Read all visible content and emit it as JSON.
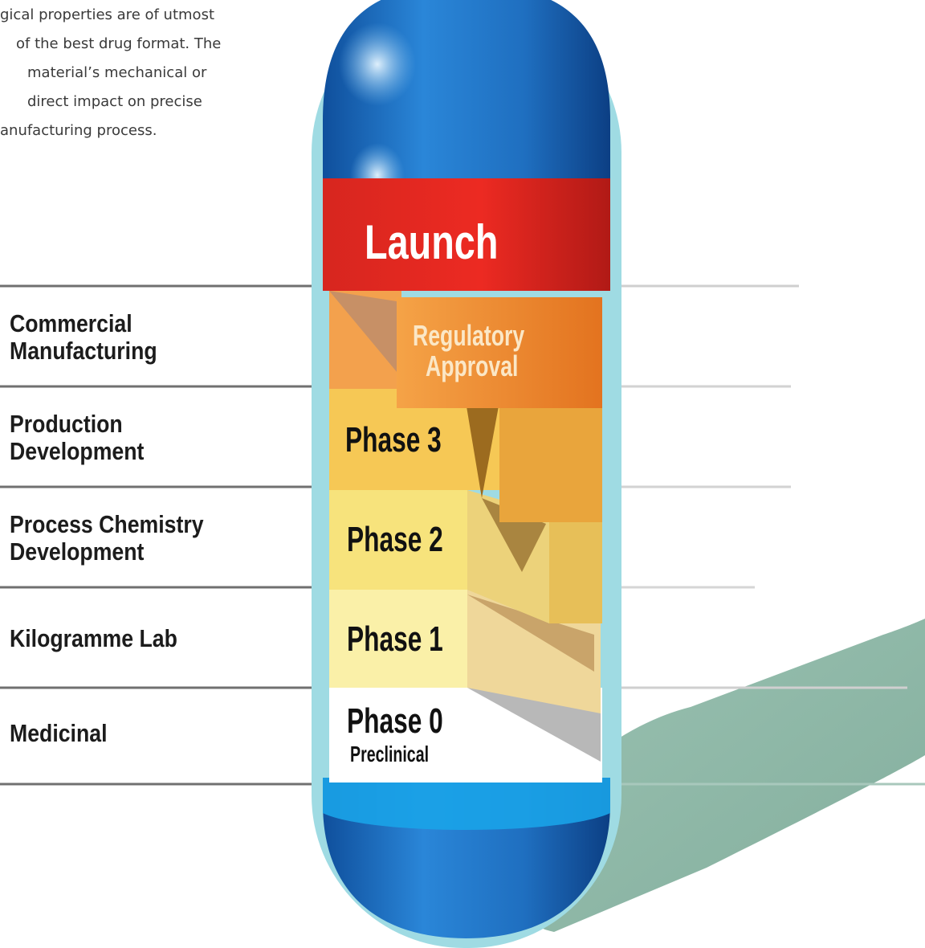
{
  "intro": {
    "line_1": "gical properties are of utmost",
    "line_2": "of the best drug format. The",
    "line_3": "material’s mechanical or",
    "line_4": "direct impact on precise",
    "line_5": "anufacturing process."
  },
  "stage_labels": [
    {
      "line_1": "Commercial",
      "line_2": "Manufacturing"
    },
    {
      "line_1": "Production",
      "line_2": "Development"
    },
    {
      "line_1": "Process Chemistry",
      "line_2": "Development"
    },
    {
      "line_1": "Kilogramme Lab",
      "line_2": ""
    },
    {
      "line_1": "Medicinal",
      "line_2": ""
    }
  ],
  "capsule_phases": {
    "launch": "Launch",
    "regulatory_line_1": "Regulatory",
    "regulatory_line_2": "Approval",
    "phase_3": "Phase 3",
    "phase_2": "Phase 2",
    "phase_1": "Phase 1",
    "phase_0": "Phase 0",
    "phase_0_sub": "Preclinical"
  },
  "colors": {
    "capsule_blue": "#1f6fc0",
    "capsule_outline": "#8fd3dc",
    "launch_red": "#e32a22",
    "regulatory_orange": "#ee8a2c",
    "phase_3_yellow": "#f4c14a",
    "phase_2_yellow": "#f6dd62",
    "phase_1_yellow": "#f8ee8c",
    "shadow_green": "#7fae9c"
  }
}
